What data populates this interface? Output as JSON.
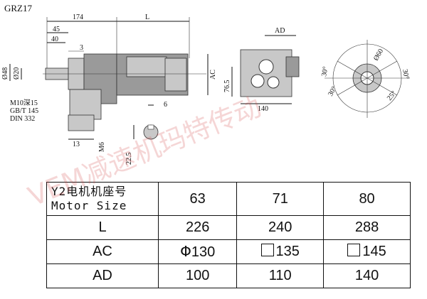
{
  "model": "GRZ17",
  "dims": {
    "d174": "174",
    "dL": "L",
    "d45": "45",
    "d40": "40",
    "d3": "3",
    "d48": "Ø48",
    "d20": "Ø20",
    "dAC": "AC",
    "dAD": "AD",
    "d765": "76.5",
    "d140": "140",
    "d6": "6",
    "d13": "13",
    "dM6": "M6",
    "d225": "22.5",
    "d60": "Ø60",
    "a30a": "30°",
    "a30b": "30°",
    "a30c": "30°",
    "a25": "25°"
  },
  "specs": [
    "M10深15",
    "GB/T 145",
    "DIN 332"
  ],
  "table": {
    "header": {
      "label_cn": "Y2电机机座号",
      "label_en": "Motor Size",
      "values": [
        "63",
        "71",
        "80"
      ]
    },
    "rows": [
      {
        "label": "L",
        "values": [
          "226",
          "240",
          "288"
        ]
      },
      {
        "label": "AC",
        "values": [
          "130",
          "135",
          "145"
        ],
        "symbols": [
          "circle",
          "square",
          "square"
        ]
      },
      {
        "label": "AD",
        "values": [
          "100",
          "110",
          "140"
        ]
      }
    ]
  },
  "symbols": {
    "circle": "Φ"
  },
  "watermark": "VEM减速机玛特传动"
}
